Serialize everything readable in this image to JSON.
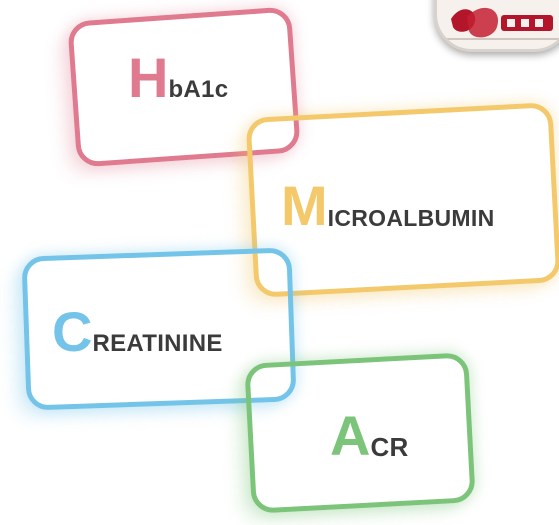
{
  "boxes": [
    {
      "cap": "H",
      "rest": "bA1c",
      "color": "#e07a8e"
    },
    {
      "cap": "M",
      "rest": "ICROALBUMIN",
      "color": "#f3c96c"
    },
    {
      "cap": "C",
      "rest": "REATININE",
      "color": "#74c4ea"
    },
    {
      "cap": "A",
      "rest": "CR",
      "color": "#7bc47a"
    }
  ],
  "logo": {
    "icon": "logo-badge"
  }
}
